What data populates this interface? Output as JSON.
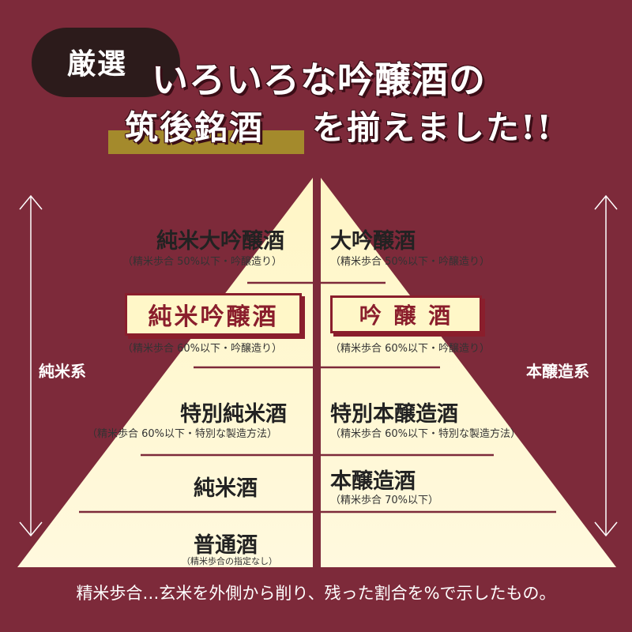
{
  "header": {
    "badge": "厳選",
    "line1": "いろいろな吟醸酒の",
    "line2_highlight": "筑後銘酒",
    "line2_rest": "を揃えました!!"
  },
  "sides": {
    "left": "純米系",
    "right": "本醸造系"
  },
  "tiers": {
    "junmai_daiginjo": {
      "name": "純米大吟醸酒",
      "note": "（精米歩合 50%以下・吟醸造り）"
    },
    "daiginjo": {
      "name": "大吟醸酒",
      "note": "（精米歩合 50%以下・吟醸造り）"
    },
    "junmai_ginjo": {
      "name": "純米吟醸酒",
      "note": "（精米歩合 60%以下・吟醸造り）"
    },
    "ginjo": {
      "name": "吟 醸 酒",
      "note": "（精米歩合 60%以下・吟醸造り）"
    },
    "tokubetsu_junmai": {
      "name": "特別純米酒",
      "note": "（精米歩合 60%以下・特別な製造方法）"
    },
    "tokubetsu_honjozo": {
      "name": "特別本醸造酒",
      "note": "（精米歩合 60%以下・特別な製造方法）"
    },
    "junmai": {
      "name": "純米酒"
    },
    "honjozo": {
      "name": "本醸造酒",
      "note": "（精米歩合 70%以下）"
    },
    "futsu": {
      "name": "普通酒",
      "note": "（精米歩合の指定なし）"
    }
  },
  "footer": "精米歩合…玄米を外側から削り、残った割合を%で示したもの。",
  "colors": {
    "background": "#7d2a3a",
    "pyramid": "#fff7c8",
    "accent": "#8a1e2c",
    "gold": "#a48a2c"
  }
}
